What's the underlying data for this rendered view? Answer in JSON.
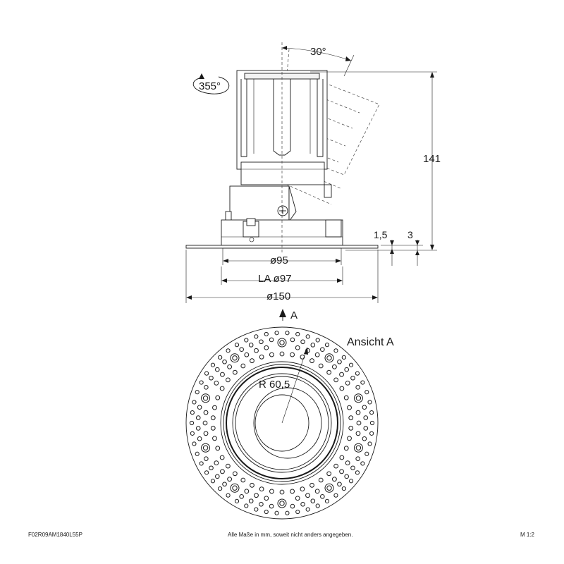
{
  "labels": {
    "tilt_angle": "30°",
    "rotation_angle": "355°",
    "height": "141",
    "bezel_thickness": "1,5",
    "flange_offset": "3",
    "body_diameter": "ø95",
    "cutout": "LA ø97",
    "outer_diameter": "ø150",
    "view_arrow": "A",
    "view_title": "Ansicht A",
    "radius": "R 60,5"
  },
  "footer": {
    "article": "F02R09AM1840L55P",
    "note": "Alle Maße in mm, soweit nicht anders angegeben.",
    "scale": "M 1:2"
  }
}
